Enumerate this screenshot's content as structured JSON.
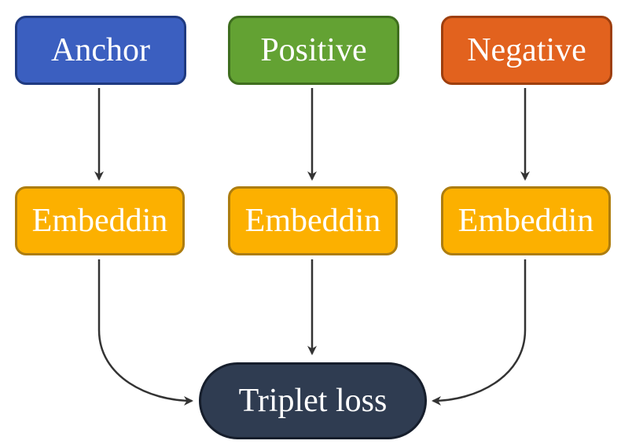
{
  "nodes": {
    "anchor": {
      "label": "Anchor",
      "fill": "#3b5fc0",
      "stroke": "#1f3a80"
    },
    "positive": {
      "label": "Positive",
      "fill": "#63a233",
      "stroke": "#3f6e1f"
    },
    "negative": {
      "label": "Negative",
      "fill": "#e2621e",
      "stroke": "#9e3f0e"
    },
    "embed_anchor": {
      "label": "Embeddin",
      "fill": "#fcb000",
      "stroke": "#ad7d10"
    },
    "embed_positive": {
      "label": "Embeddin",
      "fill": "#fcb000",
      "stroke": "#ad7d10"
    },
    "embed_negative": {
      "label": "Embeddin",
      "fill": "#fcb000",
      "stroke": "#ad7d10"
    },
    "loss": {
      "label": "Triplet loss",
      "fill": "#2f3c51",
      "stroke": "#161e2c"
    }
  },
  "edges": [
    {
      "from": "anchor",
      "to": "embed_anchor"
    },
    {
      "from": "positive",
      "to": "embed_positive"
    },
    {
      "from": "negative",
      "to": "embed_negative"
    },
    {
      "from": "embed_anchor",
      "to": "loss"
    },
    {
      "from": "embed_positive",
      "to": "loss"
    },
    {
      "from": "embed_negative",
      "to": "loss"
    }
  ],
  "edge_color": "#333333"
}
